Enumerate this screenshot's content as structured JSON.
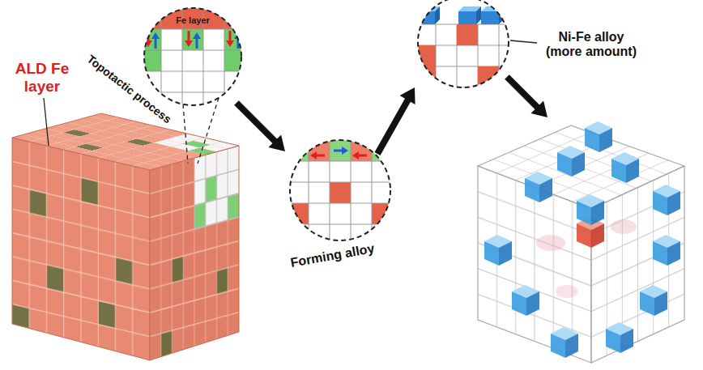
{
  "diagram": {
    "labels": [
      "ALD Fe layer",
      "Fe layer",
      "Topotactic process",
      "Forming alloy",
      "Ni-Fe alloy (more amount)"
    ]
  }
}
